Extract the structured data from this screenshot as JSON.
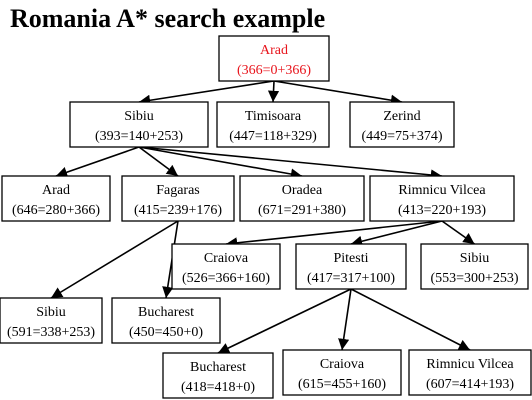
{
  "title": "Romania  A* search example",
  "nodes": {
    "n0": {
      "name": "Arad",
      "cost": "(366=0+366)",
      "highlight": true
    },
    "n1": {
      "name": "Sibiu",
      "cost": "(393=140+253)"
    },
    "n2": {
      "name": "Timisoara",
      "cost": "(447=118+329)"
    },
    "n3": {
      "name": "Zerind",
      "cost": "(449=75+374)"
    },
    "n4": {
      "name": "Arad",
      "cost": "(646=280+366)"
    },
    "n5": {
      "name": "Fagaras",
      "cost": "(415=239+176)"
    },
    "n6": {
      "name": "Oradea",
      "cost": "(671=291+380)"
    },
    "n7": {
      "name": "Rimnicu Vilcea",
      "cost": "(413=220+193)"
    },
    "n8": {
      "name": "Craiova",
      "cost": "(526=366+160)"
    },
    "n9": {
      "name": "Pitesti",
      "cost": "(417=317+100)"
    },
    "n10": {
      "name": "Sibiu",
      "cost": "(553=300+253)"
    },
    "n11": {
      "name": "Sibiu",
      "cost": "(591=338+253)"
    },
    "n12": {
      "name": "Bucharest",
      "cost": "(450=450+0)"
    },
    "n13": {
      "name": "Bucharest",
      "cost": "(418=418+0)"
    },
    "n14": {
      "name": "Craiova",
      "cost": "(615=455+160)"
    },
    "n15": {
      "name": "Rimnicu Vilcea",
      "cost": "(607=414+193)"
    }
  },
  "edges": [
    [
      "n0",
      "n1"
    ],
    [
      "n0",
      "n2"
    ],
    [
      "n0",
      "n3"
    ],
    [
      "n1",
      "n4"
    ],
    [
      "n1",
      "n5"
    ],
    [
      "n1",
      "n6"
    ],
    [
      "n1",
      "n7"
    ],
    [
      "n7",
      "n8"
    ],
    [
      "n7",
      "n9"
    ],
    [
      "n7",
      "n10"
    ],
    [
      "n5",
      "n11"
    ],
    [
      "n5",
      "n12"
    ],
    [
      "n9",
      "n13"
    ],
    [
      "n9",
      "n14"
    ],
    [
      "n9",
      "n15"
    ]
  ],
  "colors": {
    "highlight": "#e8141c",
    "line": "#000000"
  }
}
